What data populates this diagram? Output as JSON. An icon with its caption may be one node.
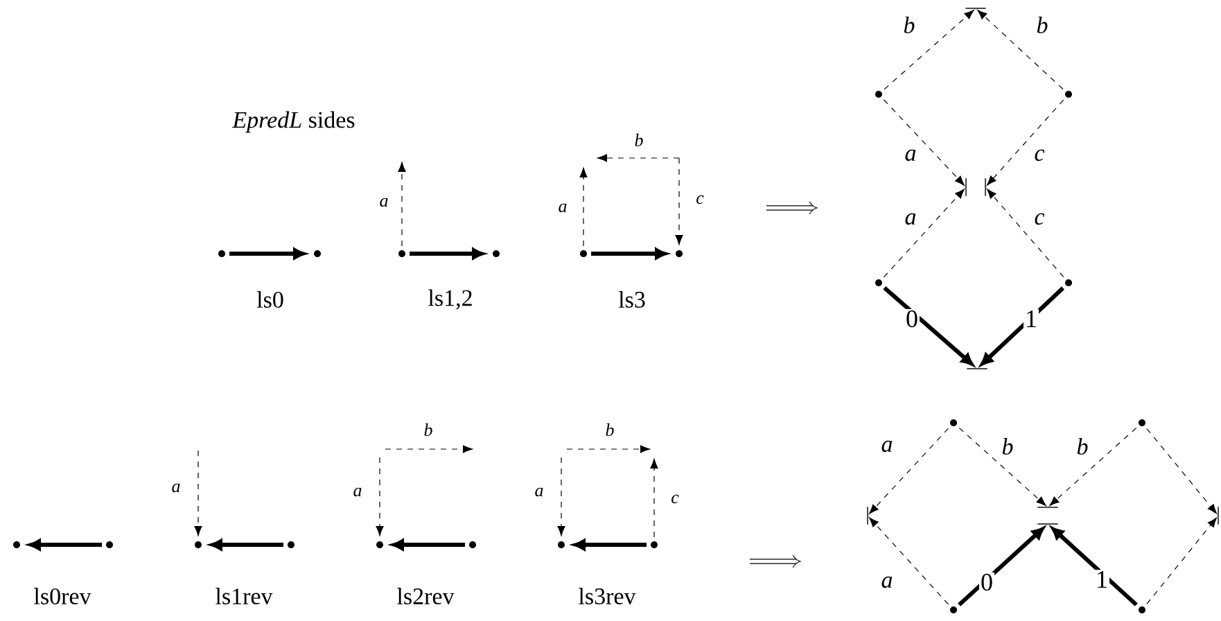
{
  "diagram": {
    "title": "*EpredL* sides",
    "nodes": [
      {
        "text": [],
        "shape": "circle"
      },
      {
        "text": [],
        "shape": "circle"
      },
      {
        "text": [],
        "shape": "circle"
      },
      {
        "text": [],
        "shape": "circle"
      },
      {
        "text": [],
        "shape": "circle"
      },
      {
        "text": [],
        "shape": "circle"
      },
      {
        "text": [],
        "shape": "bar"
      },
      {
        "text": [],
        "shape": "circle"
      },
      {
        "text": [],
        "shape": "circle"
      },
      {
        "text": [],
        "shape": "bar"
      },
      {
        "text": [],
        "shape": "bar"
      },
      {
        "text": [],
        "shape": "circle"
      },
      {
        "text": [],
        "shape": "circle"
      },
      {
        "text": [],
        "shape": "bar"
      },
      {
        "text": [],
        "shape": "circle"
      },
      {
        "text": [],
        "shape": "circle"
      },
      {
        "text": [],
        "shape": "circle"
      },
      {
        "text": [],
        "shape": "circle"
      },
      {
        "text": [],
        "shape": "circle"
      },
      {
        "text": [],
        "shape": "circle"
      },
      {
        "text": [],
        "shape": "circle"
      },
      {
        "text": [],
        "shape": "circle"
      },
      {
        "text": [],
        "shape": "circle"
      },
      {
        "text": [],
        "shape": "circle"
      },
      {
        "text": [],
        "shape": "bar"
      },
      {
        "text": [],
        "shape": "bar"
      },
      {
        "text": [],
        "shape": "bar"
      },
      {
        "text": [],
        "shape": "bar"
      },
      {
        "text": [],
        "shape": "circle"
      },
      {
        "text": [],
        "shape": "circle"
      }
    ],
    "edges": [
      {
        "from": 0,
        "to": 1,
        "arrow": "to",
        "style": "thick"
      },
      {
        "from": 2,
        "to": 3,
        "arrow": "to",
        "style": "thick"
      },
      {
        "from": 2,
        "to": null,
        "arrow": "to",
        "style": "dashed",
        "label": "a"
      },
      {
        "from": 4,
        "to": 5,
        "arrow": "to",
        "style": "thick"
      },
      {
        "from": 4,
        "to": null,
        "arrow": "to",
        "style": "dashed",
        "label": "a"
      },
      {
        "from": null,
        "to": 5,
        "arrow": "to",
        "style": "dashed",
        "label": "c"
      },
      {
        "from": 7,
        "to": 6,
        "arrow": "to",
        "style": "dashed",
        "label": "b"
      },
      {
        "from": 8,
        "to": 6,
        "arrow": "to",
        "style": "dashed",
        "label": "b"
      },
      {
        "from": 7,
        "to": 9,
        "arrow": "to",
        "style": "dashed",
        "label": "a"
      },
      {
        "from": 11,
        "to": 9,
        "arrow": "to",
        "style": "dashed",
        "label": "a"
      },
      {
        "from": 8,
        "to": 10,
        "arrow": "to",
        "style": "dashed",
        "label": "c"
      },
      {
        "from": 12,
        "to": 10,
        "arrow": "to",
        "style": "dashed",
        "label": "c"
      },
      {
        "from": 11,
        "to": 13,
        "arrow": "to",
        "style": "thick",
        "label": "0"
      },
      {
        "from": 12,
        "to": 13,
        "arrow": "to",
        "style": "thick",
        "label": "1"
      },
      {
        "from": 15,
        "to": 14,
        "arrow": "to",
        "style": "thick"
      },
      {
        "from": 17,
        "to": 16,
        "arrow": "to",
        "style": "thick"
      },
      {
        "from": null,
        "to": 16,
        "arrow": "to",
        "style": "dashed",
        "label": "a"
      },
      {
        "from": 19,
        "to": 18,
        "arrow": "to",
        "style": "thick"
      },
      {
        "from": null,
        "to": 18,
        "arrow": "to",
        "style": "dashed",
        "label": "a"
      },
      {
        "from": 21,
        "to": 20,
        "arrow": "to",
        "style": "thick"
      },
      {
        "from": null,
        "to": 20,
        "arrow": "to",
        "style": "dashed",
        "label": "a"
      },
      {
        "from": 21,
        "to": null,
        "arrow": "to",
        "style": "dashed",
        "label": "c"
      },
      {
        "from": 22,
        "to": 24,
        "arrow": "to",
        "style": "dashed",
        "label": "a"
      },
      {
        "from": 28,
        "to": 24,
        "arrow": "to",
        "style": "dashed",
        "label": "a"
      },
      {
        "from": 22,
        "to": 25,
        "arrow": "to",
        "style": "dashed",
        "label": "b"
      },
      {
        "from": 23,
        "to": 25,
        "arrow": "to",
        "style": "dashed",
        "label": "b"
      },
      {
        "from": 28,
        "to": 26,
        "arrow": "to",
        "style": "thick",
        "label": "0"
      },
      {
        "from": 29,
        "to": 26,
        "arrow": "to",
        "style": "thick",
        "label": "1"
      },
      {
        "from": 23,
        "to": 27,
        "arrow": "to",
        "style": "dashed"
      },
      {
        "from": 29,
        "to": 27,
        "arrow": "to",
        "style": "dashed"
      }
    ],
    "labels": [
      "b",
      "ls0",
      "ls1,2",
      "ls3",
      "b",
      "b",
      "ls0rev",
      "ls1rev",
      "ls2rev",
      "ls3rev"
    ]
  }
}
